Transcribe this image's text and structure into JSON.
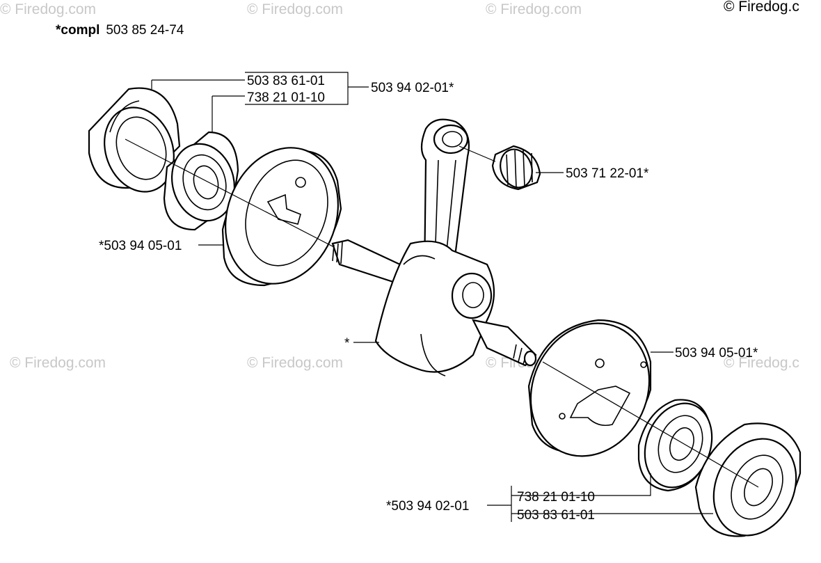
{
  "header": {
    "compl_prefix": "*compl",
    "compl_number": "503 85 24-74"
  },
  "watermarks": {
    "copyright": "© Firedog.com",
    "corner": "© Firedog.c"
  },
  "labels": {
    "bearing_housing_top": "503 83 61-01",
    "ball_bearing_top": "738 21 01-10",
    "bearing_kit_top": "503 94 02-01*",
    "needle_bearing": "503 71 22-01*",
    "crank_web_left": "*503 94 05-01",
    "crankshaft": "*",
    "crank_web_right": "503 94 05-01*",
    "bearing_kit_bottom": "*503 94 02-01",
    "ball_bearing_bottom": "738 21 01-10",
    "bearing_housing_bottom": "503 83 61-01"
  }
}
